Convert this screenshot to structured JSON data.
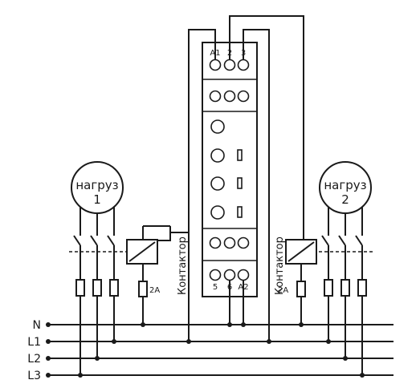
{
  "title": "",
  "lines": [
    "N",
    "L1",
    "L2",
    "L3"
  ],
  "relay": {
    "top_terminals": [
      "A1",
      "2",
      "3"
    ],
    "bottom_terminals": [
      "5",
      "6",
      "A2"
    ]
  },
  "load1": {
    "label": "нагруз",
    "number": "1"
  },
  "load2": {
    "label": "нагруз",
    "number": "2"
  },
  "fuse_left": "2A",
  "fuse_right": "2A",
  "contactor_left": "Контактор",
  "contactor_right": "Контактор",
  "colors": {
    "ink": "#1a1a1a",
    "background": "#ffffff"
  }
}
